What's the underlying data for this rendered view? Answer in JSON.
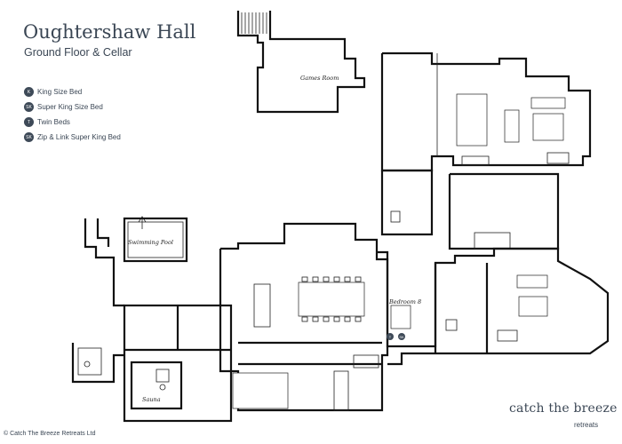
{
  "header": {
    "title": "Oughtershaw Hall",
    "subtitle": "Ground Floor & Cellar"
  },
  "legend": {
    "items": [
      {
        "badge": "K",
        "label": "King Size Bed"
      },
      {
        "badge": "SK",
        "label": "Super King Size Bed"
      },
      {
        "badge": "T",
        "label": "Twin Beds"
      },
      {
        "badge": "SK",
        "label": "Zip & Link Super King Bed"
      }
    ]
  },
  "rooms": {
    "games_room": "Games Room",
    "swimming_pool": "Swimming Pool",
    "bedroom_8": "Bedroom 8",
    "sauna": "Sauna"
  },
  "bedroom_badges": [
    "T",
    "SK"
  ],
  "footer": {
    "copyright": "© Catch The Breeze Retreats Ltd",
    "brand": "catch the breeze",
    "brand_sub": "retreats"
  },
  "colors": {
    "text": "#3a4654",
    "badge": "#3e4a58",
    "wall": "#111111"
  }
}
